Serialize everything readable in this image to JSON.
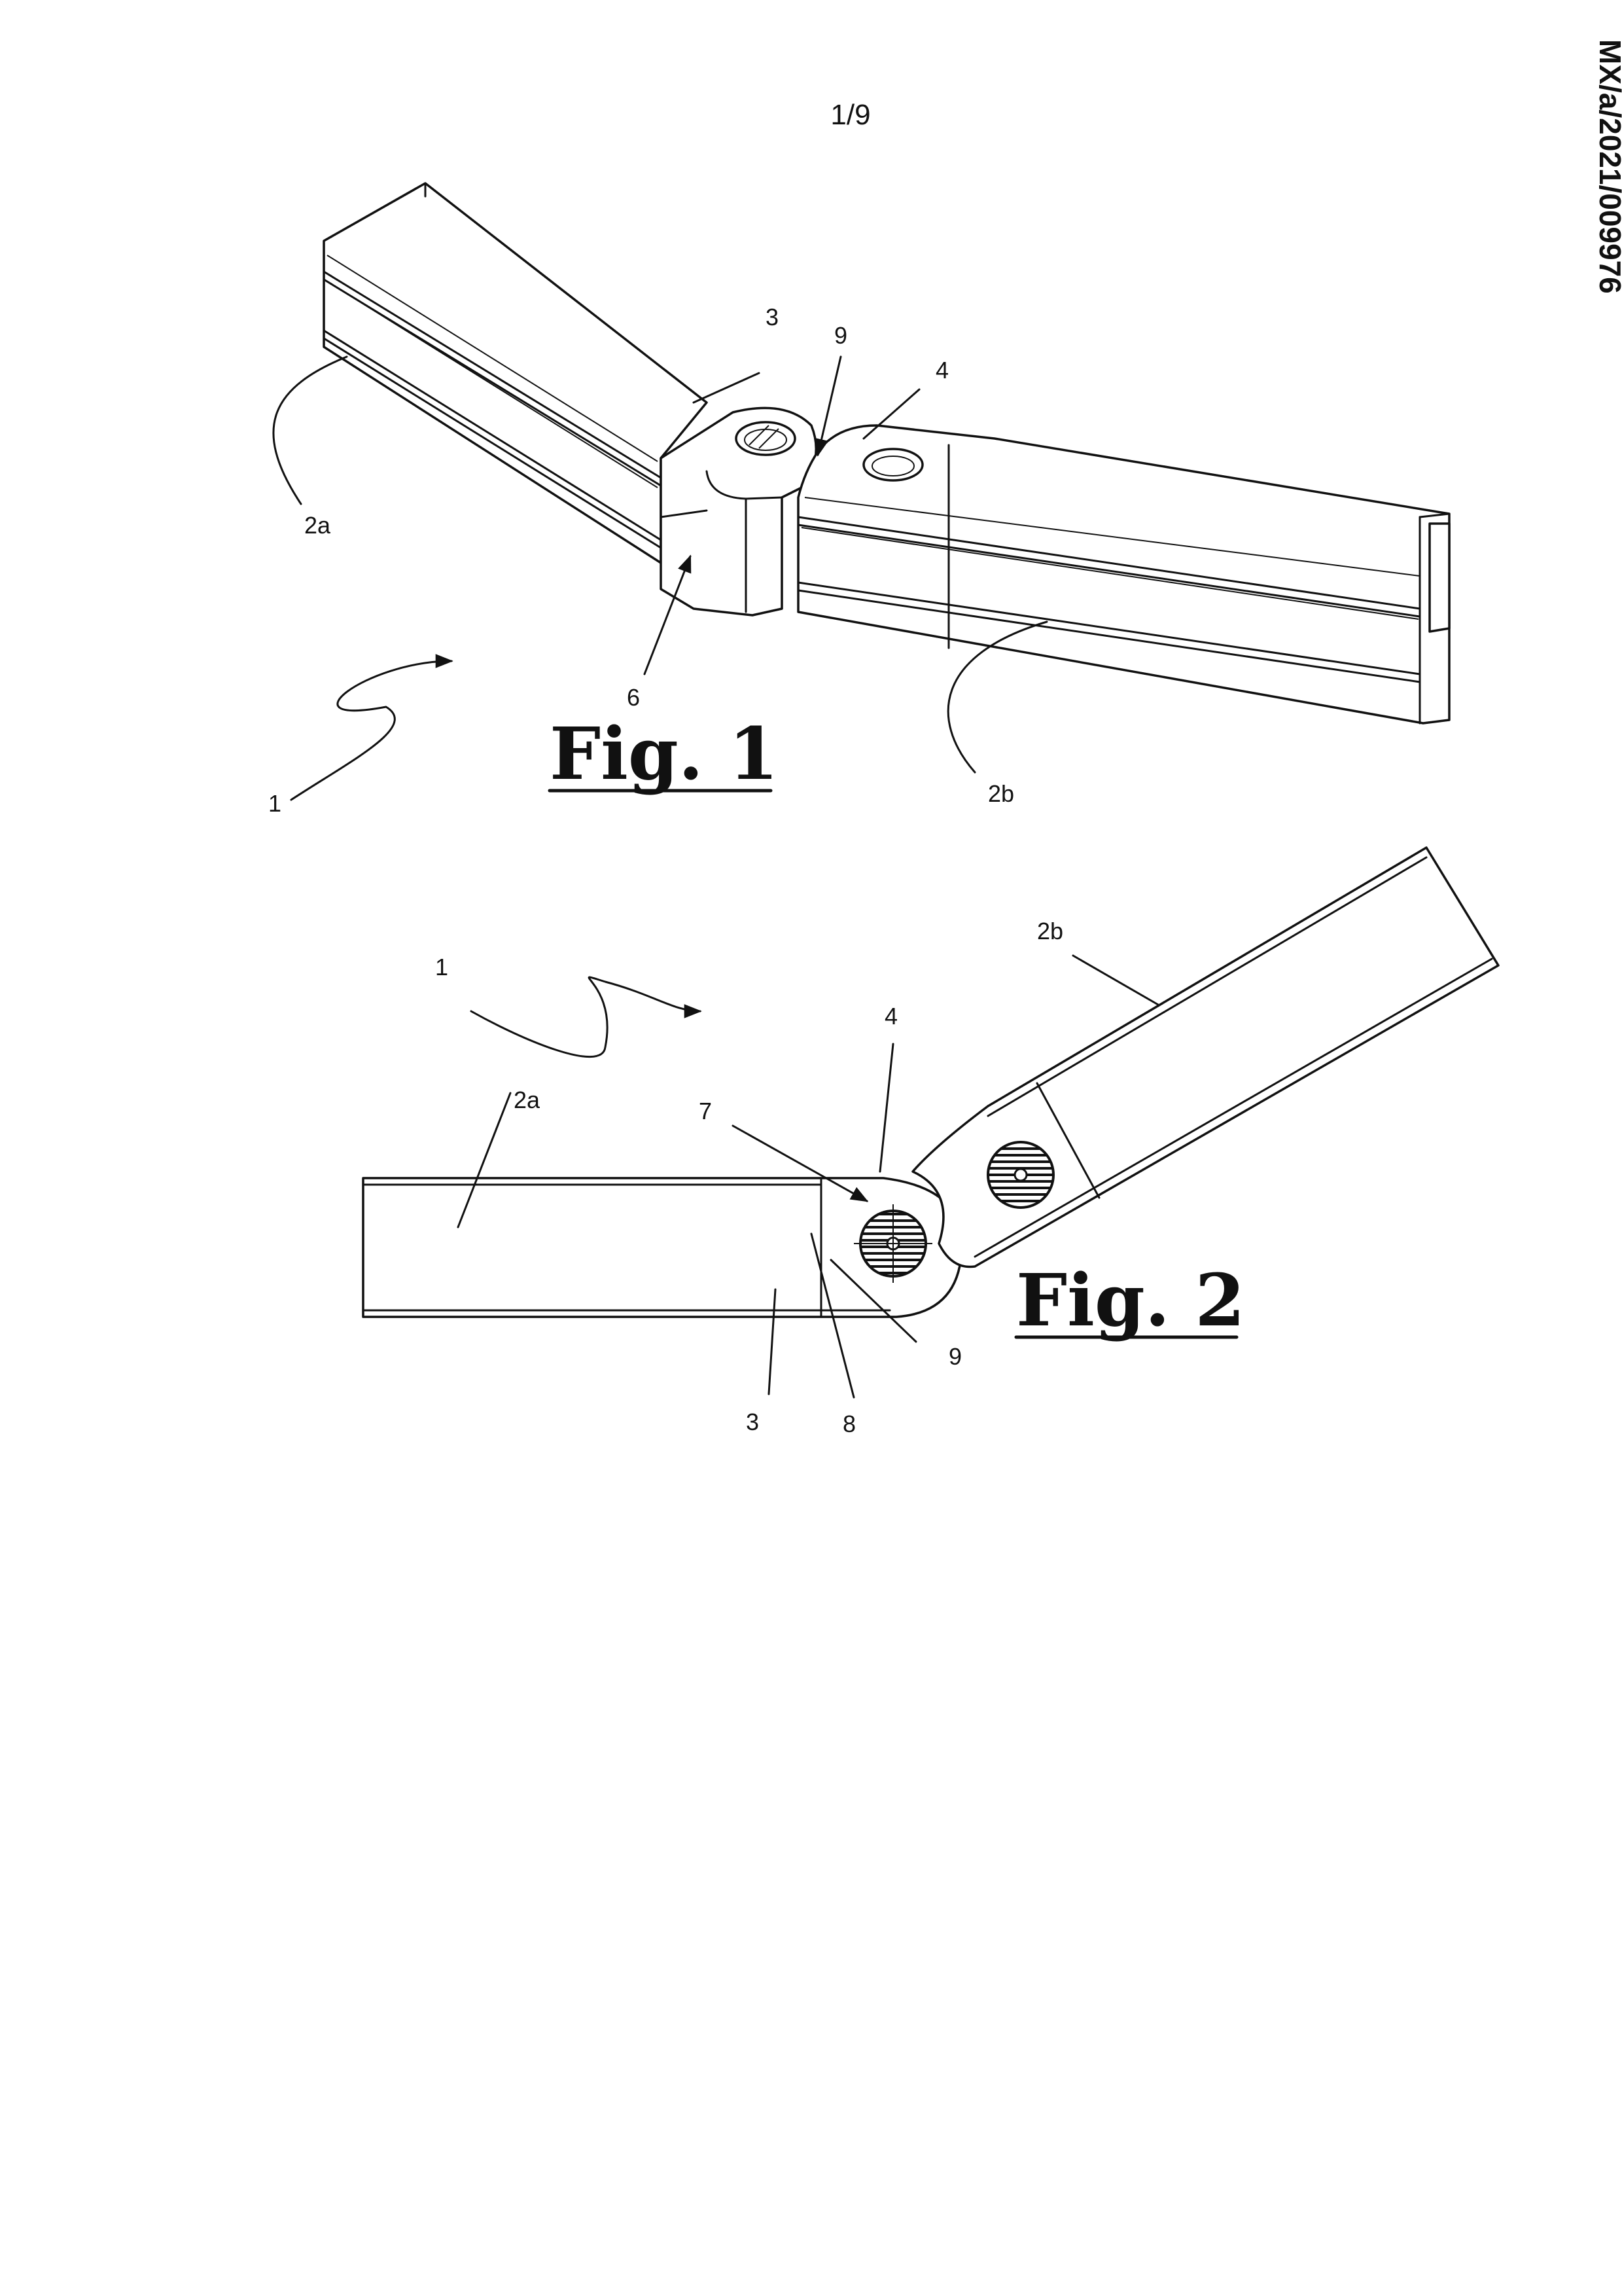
{
  "page": {
    "page_number": "1/9",
    "document_number": "MX/a/2021/009976"
  },
  "figure1": {
    "caption": "Fig. 1",
    "labels": {
      "l1": "1",
      "l2a": "2a",
      "l2b": "2b",
      "l3": "3",
      "l4": "4",
      "l6": "6",
      "l9": "9"
    }
  },
  "figure2": {
    "caption": "Fig. 2",
    "labels": {
      "l1": "1",
      "l2a": "2a",
      "l2b": "2b",
      "l3": "3",
      "l4": "4",
      "l7": "7",
      "l8": "8",
      "l9": "9"
    }
  }
}
